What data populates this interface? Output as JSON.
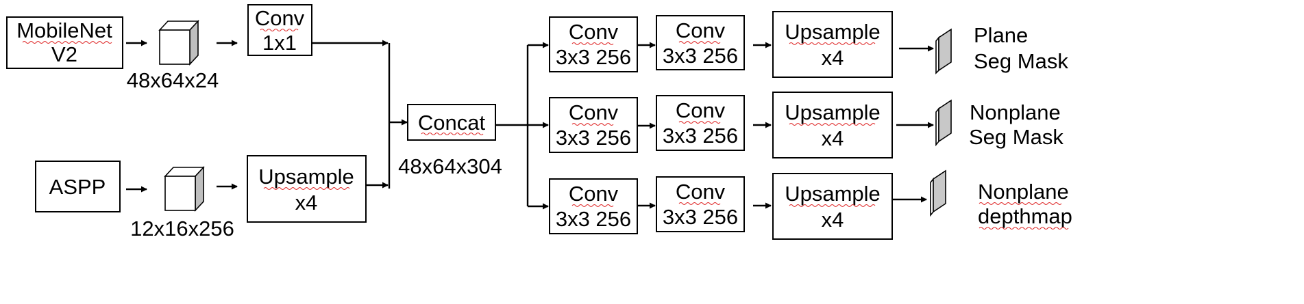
{
  "colors": {
    "stroke": "#000000",
    "shade": "#bfbfbf",
    "spellcheck": "#e03030"
  },
  "inputs": {
    "mobilenet": {
      "line1": "MobileNet",
      "line2": "V2"
    },
    "aspp": {
      "label": "ASPP"
    }
  },
  "tensors": {
    "mobilenet_out": "48x64x24",
    "aspp_out": "12x16x256",
    "concat_out": "48x64x304"
  },
  "nodes": {
    "conv1x1": {
      "line1": "Conv",
      "line2": "1x1"
    },
    "upsample_aspp": {
      "line1": "Upsample",
      "line2": "x4"
    },
    "concat": {
      "label": "Concat"
    }
  },
  "heads": [
    {
      "conv_a": {
        "line1": "Conv",
        "line2": "3x3 256"
      },
      "conv_b": {
        "line1": "Conv",
        "line2": "3x3 256"
      },
      "upsample": {
        "line1": "Upsample",
        "line2": "x4"
      },
      "output": {
        "line1": "Plane",
        "line2": "Seg Mask"
      }
    },
    {
      "conv_a": {
        "line1": "Conv",
        "line2": "3x3 256"
      },
      "conv_b": {
        "line1": "Conv",
        "line2": "3x3 256"
      },
      "upsample": {
        "line1": "Upsample",
        "line2": "x4"
      },
      "output": {
        "line1": "Nonplane",
        "line2": "Seg Mask"
      }
    },
    {
      "conv_a": {
        "line1": "Conv",
        "line2": "3x3 256"
      },
      "conv_b": {
        "line1": "Conv",
        "line2": "3x3 256"
      },
      "upsample": {
        "line1": "Upsample",
        "line2": "x4"
      },
      "output": {
        "line1": "Nonplane",
        "line2": "depthmap"
      }
    }
  ]
}
